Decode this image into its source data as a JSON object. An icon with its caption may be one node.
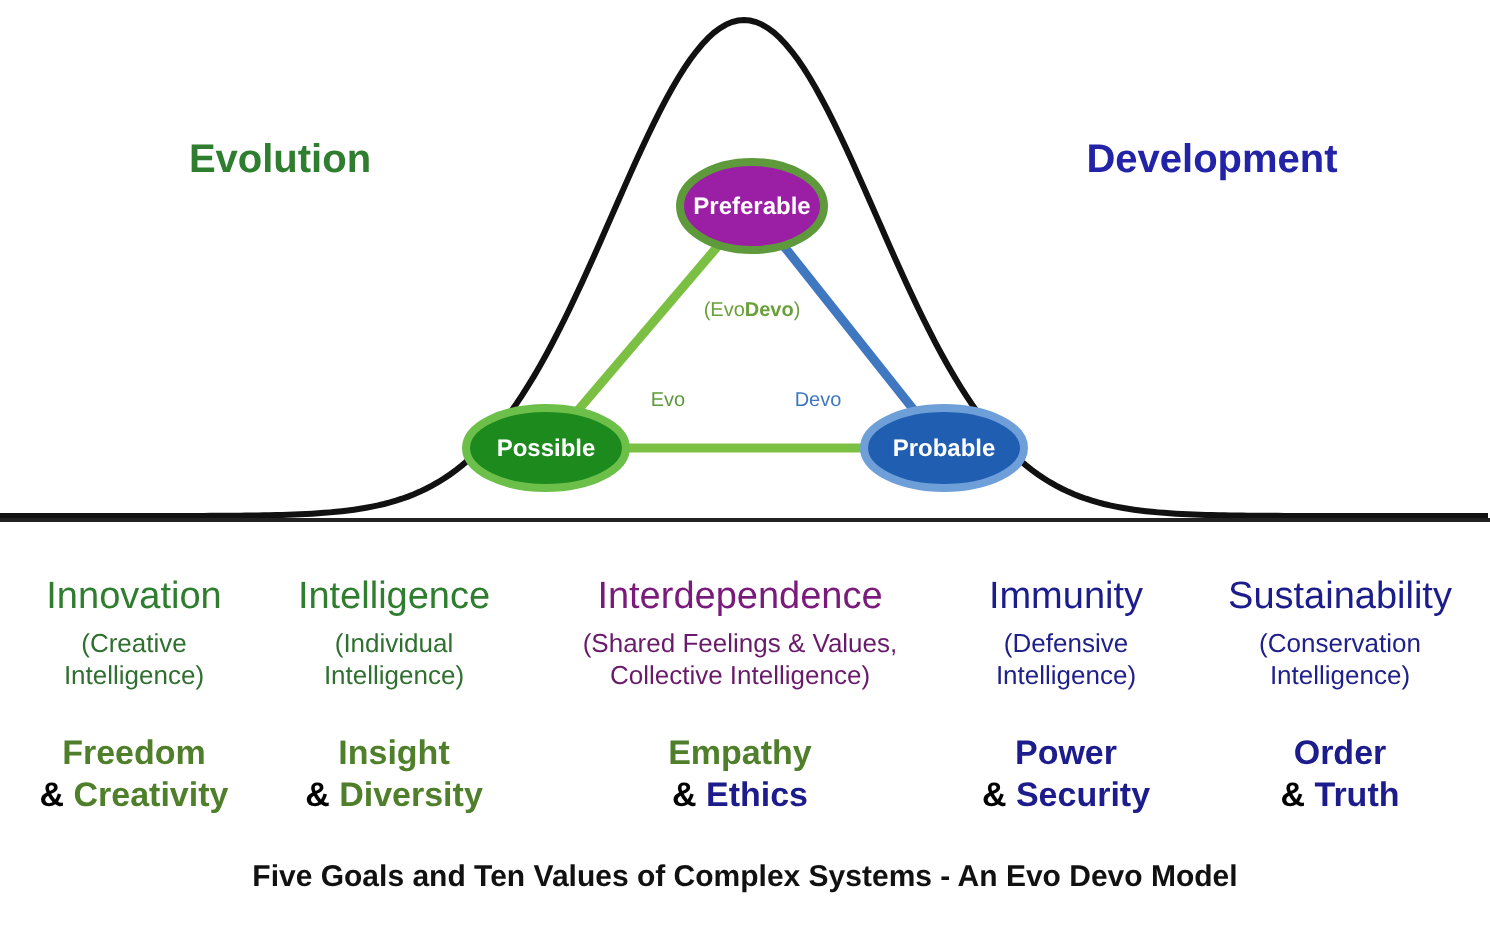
{
  "diagram": {
    "caption": "Five Goals and Ten Values of Complex Systems - An Evo Devo Model",
    "nodes": [
      {
        "text": [
          "Preferable"
        ]
      },
      {
        "text": [
          "Possible"
        ]
      },
      {
        "text": [
          "Probable"
        ]
      }
    ],
    "edges": [
      {
        "from": 0,
        "to": 1,
        "arrow": "none"
      },
      {
        "from": 0,
        "to": 2,
        "arrow": "none",
        "color": "#3f78c0"
      },
      {
        "from": 1,
        "to": 2,
        "arrow": "none"
      }
    ],
    "labels": [
      "Evolution",
      "Development",
      "(Evo**Devo**)",
      "Evo",
      "Devo",
      "Innovation",
      "Intelligence",
      "Interdependence",
      "Immunity",
      "Sustainability",
      "(Creative Intelligence)",
      "(Individual Intelligence)",
      "(Shared Feelings & Values, Collective Intelligence)",
      "(Defensive Intelligence)",
      "(Conservation Intelligence)",
      "Freedom",
      "Insight",
      "Empathy",
      "Power",
      "Order",
      "& Creativity",
      "& Diversity",
      "& Ethics",
      "& Security",
      "& Truth"
    ]
  }
}
